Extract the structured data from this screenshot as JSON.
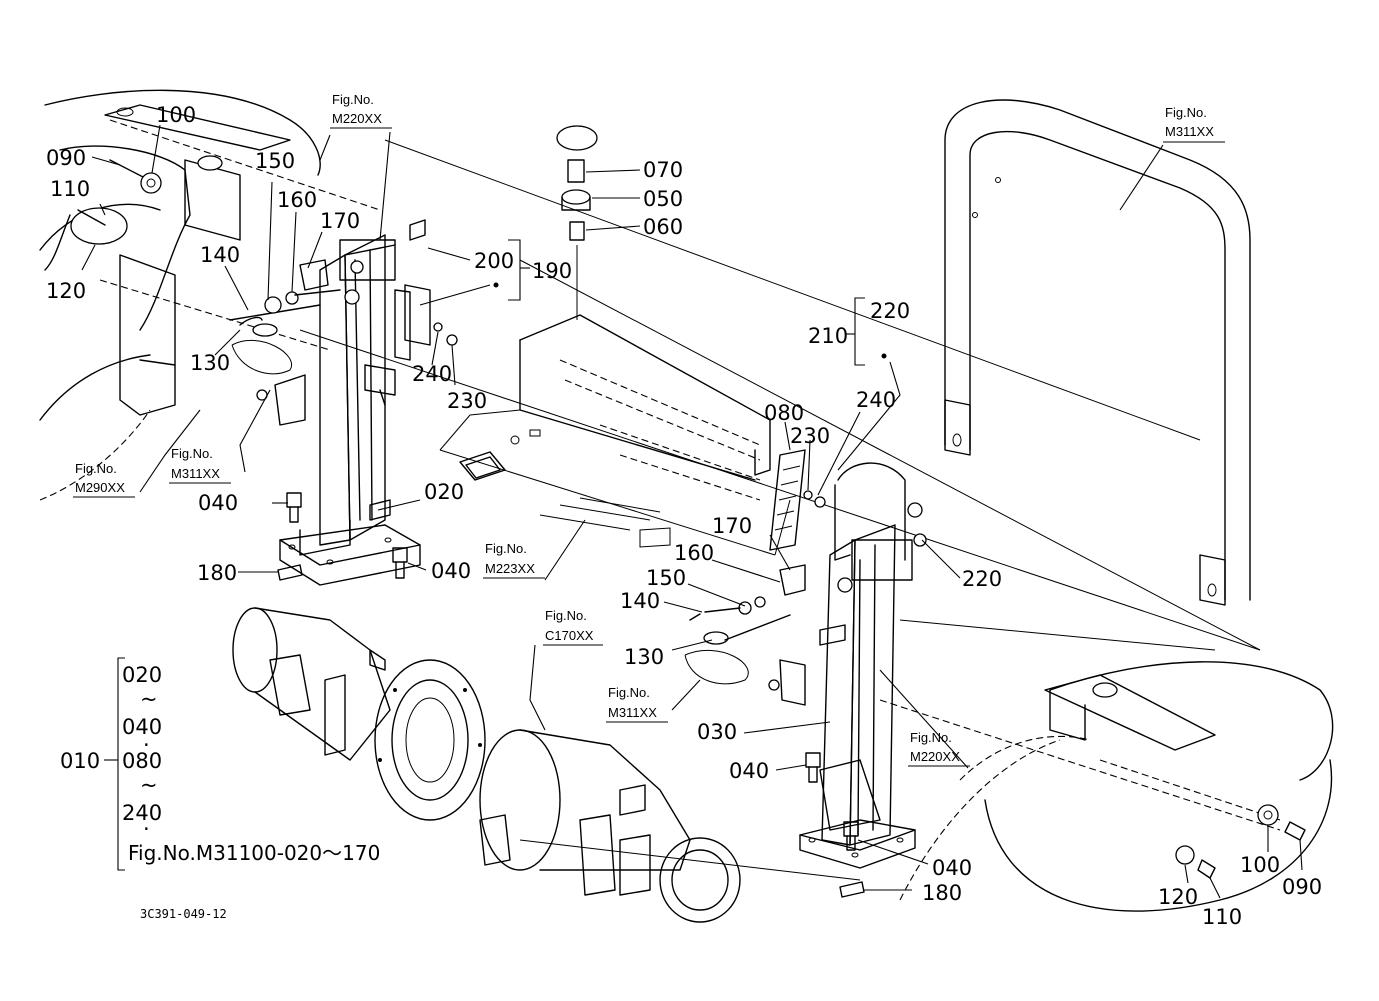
{
  "parts": {
    "p100_left": "100",
    "p090_left": "090",
    "p110_left": "110",
    "p120_left": "120",
    "p150_left": "150",
    "p160_left": "160",
    "p170_left": "170",
    "p140_left": "140",
    "p130_left": "130",
    "p200": "200",
    "p190": "190",
    "p240_left": "240",
    "p230_left": "230",
    "p070": "070",
    "p050": "050",
    "p060": "060",
    "p220_top": "220",
    "p210": "210",
    "p080": "080",
    "p240_right": "240",
    "p230_right": "230",
    "p020": "020",
    "p040_a": "040",
    "p040_b": "040",
    "p180_left": "180",
    "p170_right": "170",
    "p160_right": "160",
    "p150_right": "150",
    "p140_right": "140",
    "p130_right": "130",
    "p220_right": "220",
    "p030": "030",
    "p040_c": "040",
    "p040_d": "040",
    "p180_right": "180",
    "p100_right": "100",
    "p090_right": "090",
    "p120_right": "120",
    "p110_right": "110"
  },
  "fig_refs": {
    "fig_m220_top": {
      "label": "Fig.No.",
      "code": "M220XX"
    },
    "fig_m311_top": {
      "label": "Fig.No.",
      "code": "M311XX"
    },
    "fig_m290": {
      "label": "Fig.No.",
      "code": "M290XX"
    },
    "fig_m311_left": {
      "label": "Fig.No.",
      "code": "M311XX"
    },
    "fig_m223": {
      "label": "Fig.No.",
      "code": "M223XX"
    },
    "fig_c170": {
      "label": "Fig.No.",
      "code": "C170XX"
    },
    "fig_m311_mid": {
      "label": "Fig.No.",
      "code": "M311XX"
    },
    "fig_m220_right": {
      "label": "Fig.No.",
      "code": "M220XX"
    }
  },
  "assembly": {
    "id": "010",
    "items": [
      "020",
      "~",
      "040",
      "·",
      "080",
      "~",
      "240",
      "·"
    ],
    "note": "Fig.No.M31100-020～170"
  },
  "drawing_code": "3C391-049-12"
}
